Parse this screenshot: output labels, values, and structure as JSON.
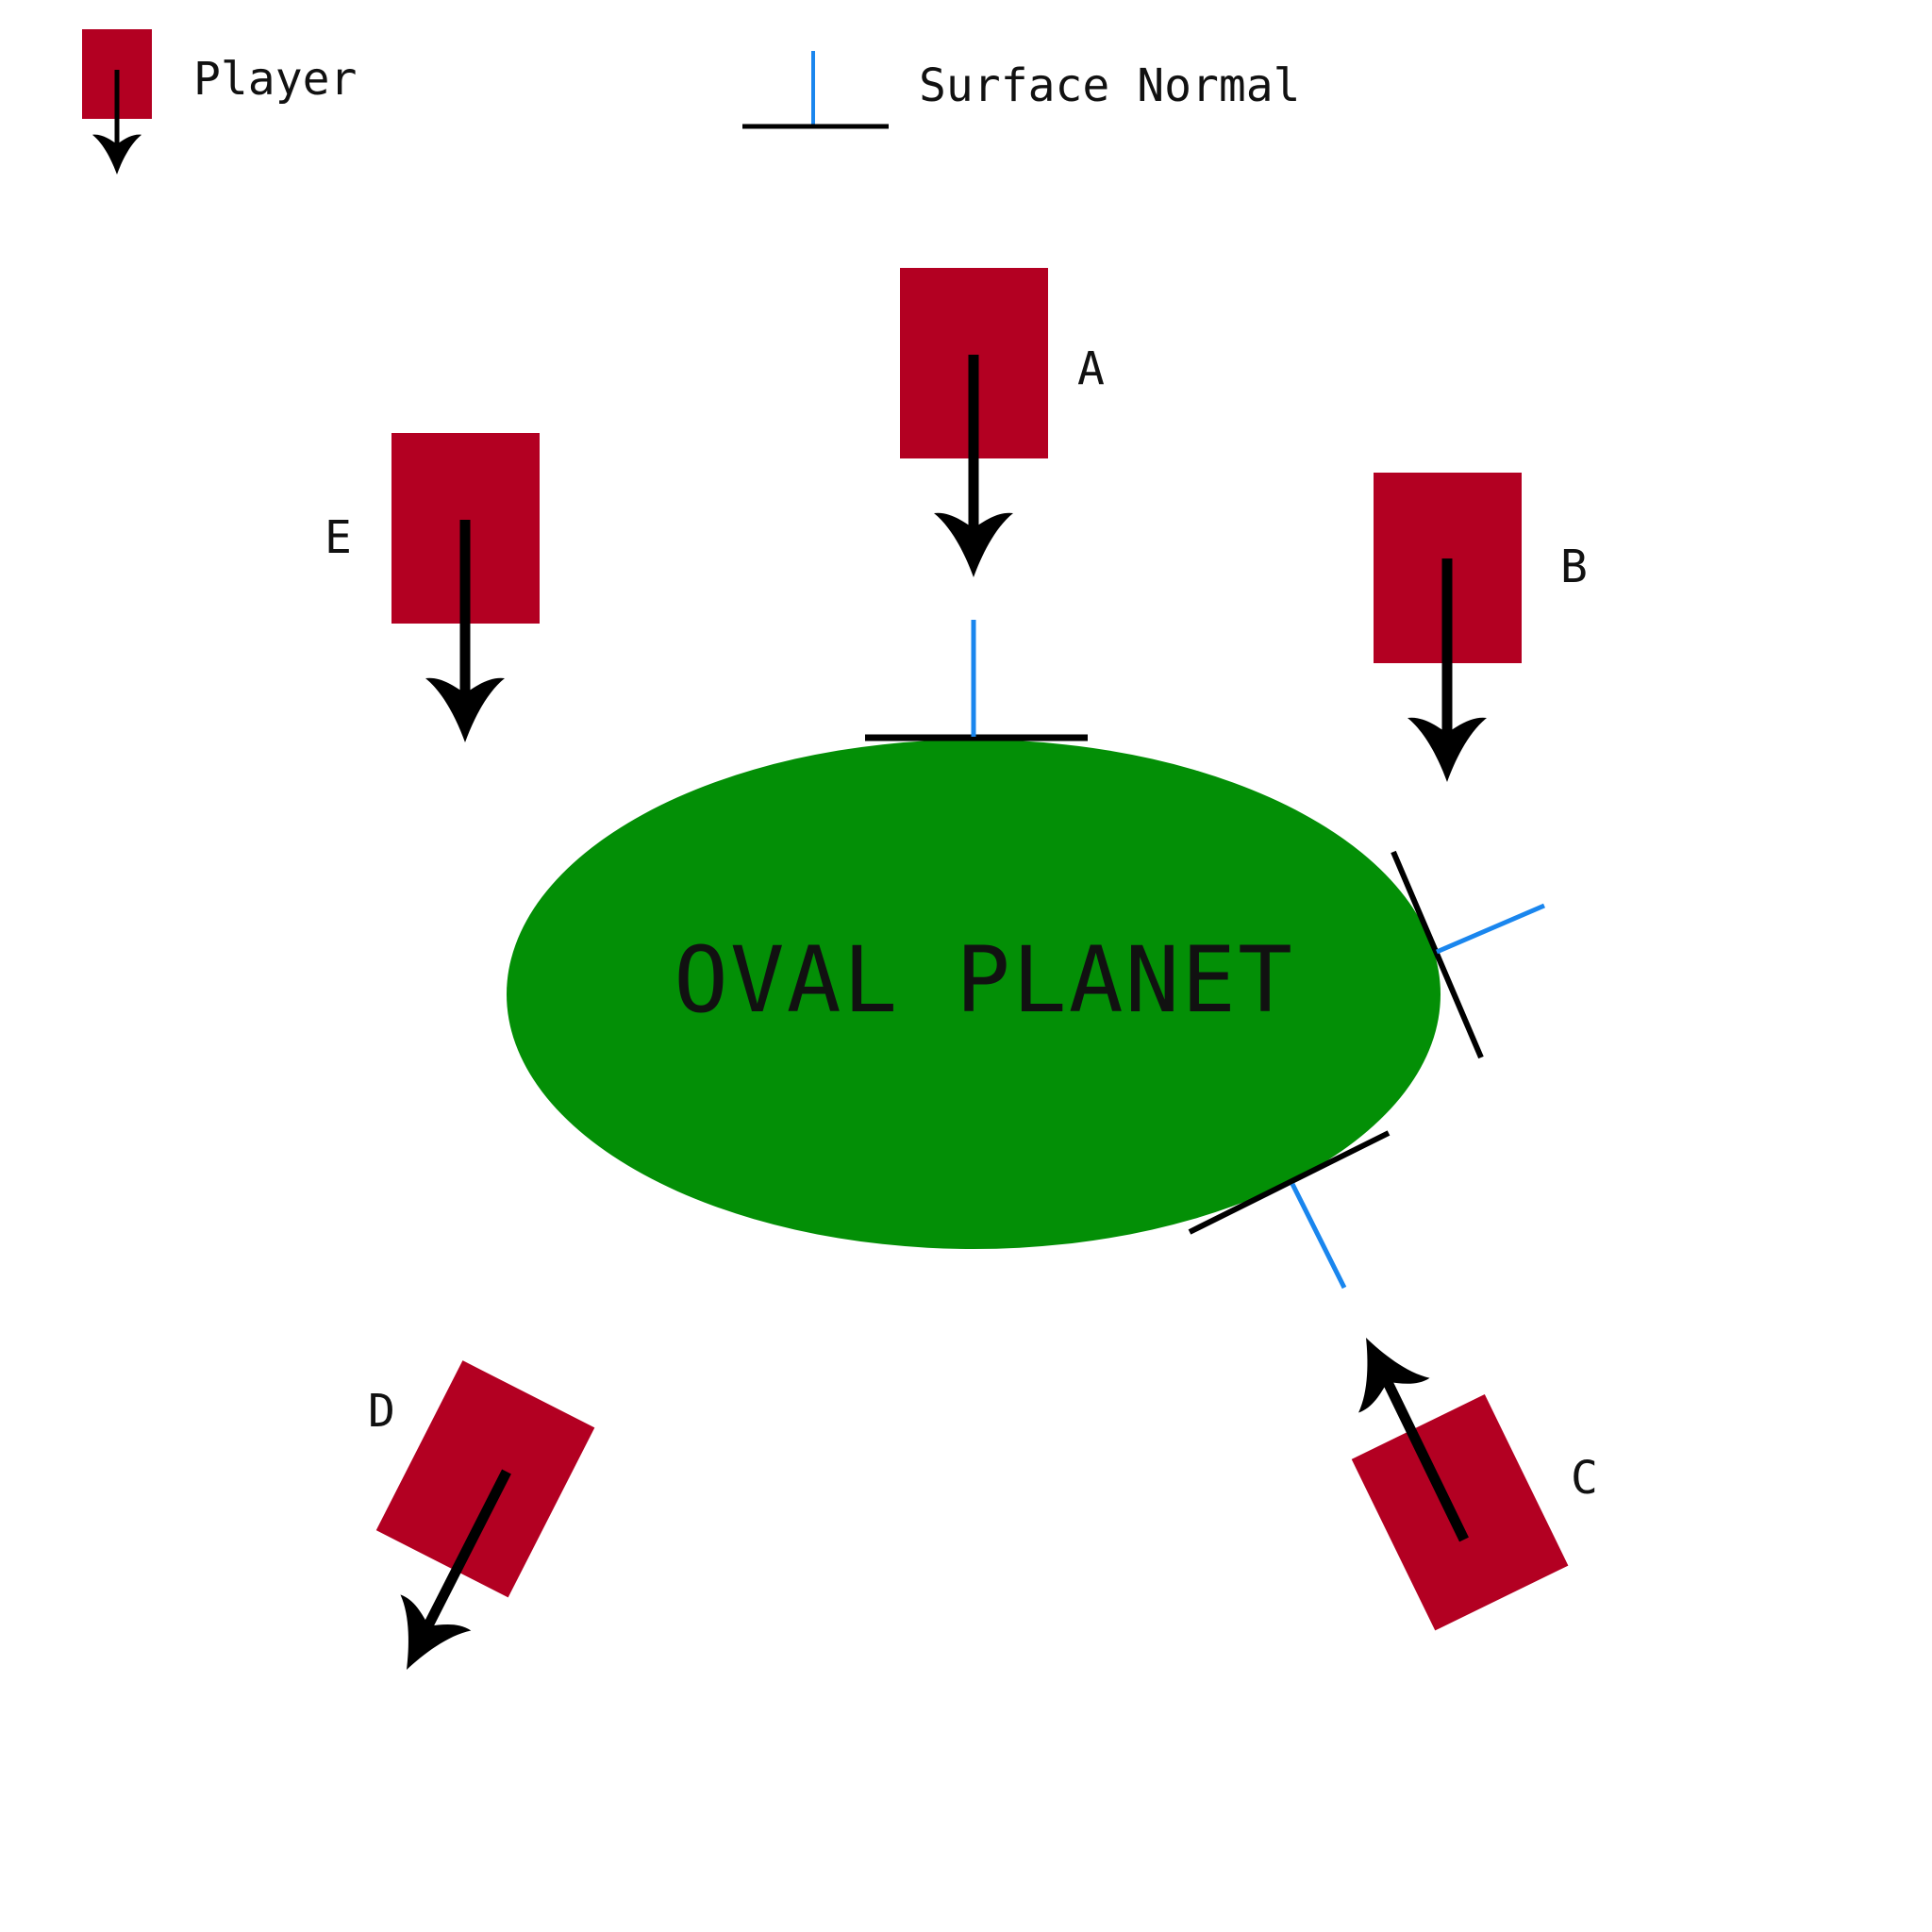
{
  "legend": {
    "player_label": "Player",
    "normal_label": "Surface Normal"
  },
  "planet": {
    "label": "OVAL PLANET"
  },
  "players": [
    {
      "label": "A"
    },
    {
      "label": "B"
    },
    {
      "label": "C"
    },
    {
      "label": "D"
    },
    {
      "label": "E"
    }
  ],
  "colors": {
    "player": "#b30022",
    "planet": "#038f06",
    "normal": "#1a86ee",
    "tangent": "#000000",
    "arrow": "#000000"
  }
}
